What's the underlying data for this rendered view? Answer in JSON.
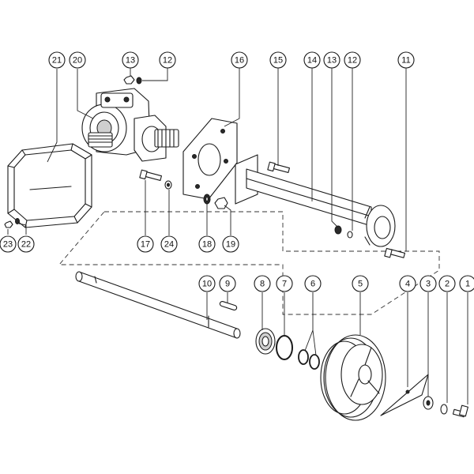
{
  "callouts": [
    {
      "id": "c1",
      "label": "1"
    },
    {
      "id": "c2",
      "label": "2"
    },
    {
      "id": "c3",
      "label": "3"
    },
    {
      "id": "c4",
      "label": "4"
    },
    {
      "id": "c5",
      "label": "5"
    },
    {
      "id": "c6",
      "label": "6"
    },
    {
      "id": "c7",
      "label": "7"
    },
    {
      "id": "c8",
      "label": "8"
    },
    {
      "id": "c9",
      "label": "9"
    },
    {
      "id": "c10",
      "label": "10"
    },
    {
      "id": "c11",
      "label": "11"
    },
    {
      "id": "c12a",
      "label": "12"
    },
    {
      "id": "c12b",
      "label": "12"
    },
    {
      "id": "c13a",
      "label": "13"
    },
    {
      "id": "c13b",
      "label": "13"
    },
    {
      "id": "c14",
      "label": "14"
    },
    {
      "id": "c15",
      "label": "15"
    },
    {
      "id": "c16",
      "label": "16"
    },
    {
      "id": "c17",
      "label": "17"
    },
    {
      "id": "c18",
      "label": "18"
    },
    {
      "id": "c19",
      "label": "19"
    },
    {
      "id": "c20",
      "label": "20"
    },
    {
      "id": "c21",
      "label": "21"
    },
    {
      "id": "c22",
      "label": "22"
    },
    {
      "id": "c23",
      "label": "23"
    },
    {
      "id": "c24",
      "label": "24"
    }
  ]
}
